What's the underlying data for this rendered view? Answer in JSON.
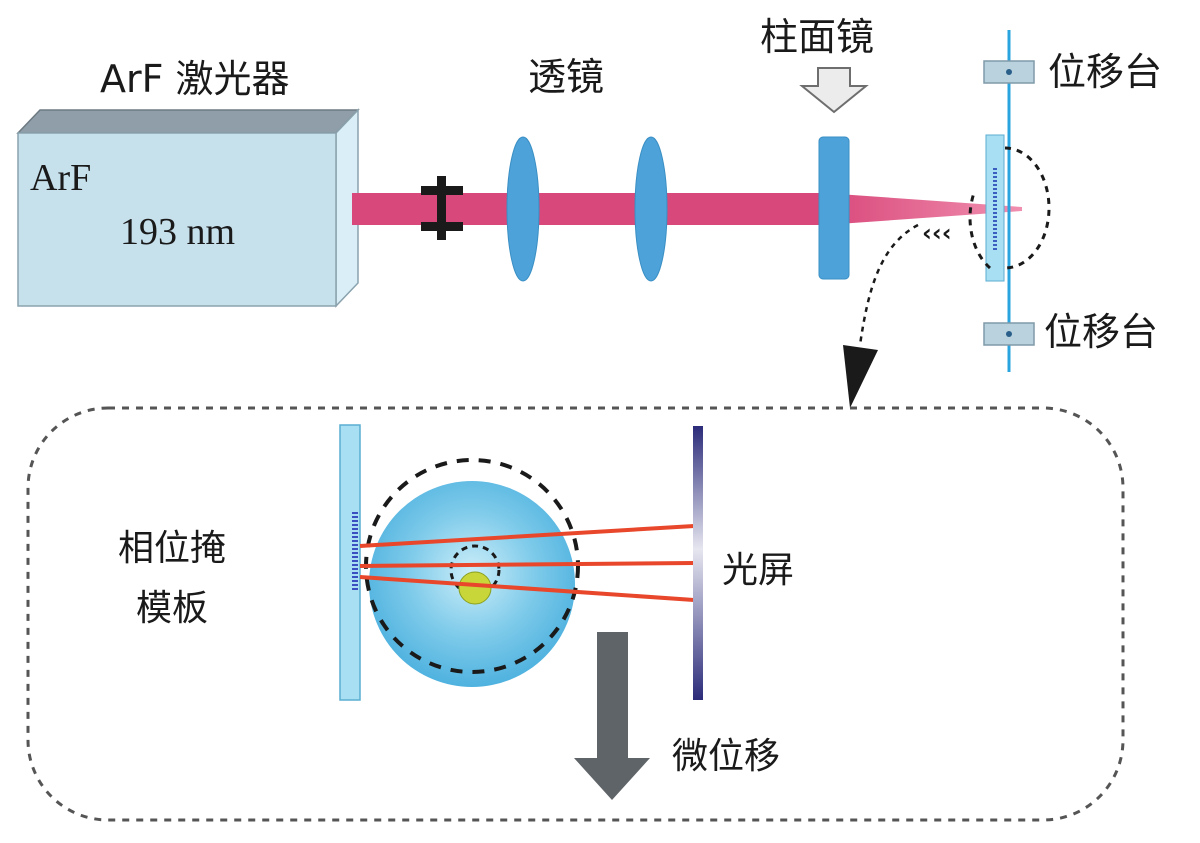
{
  "laser": {
    "title": "ArF 激光器",
    "box_line1": "ArF",
    "box_line2": "193 nm"
  },
  "optics": {
    "lens_label": "透镜",
    "cyl_mirror_label": "柱面镜"
  },
  "stage": {
    "top_label": "位移台",
    "bottom_label": "位移台"
  },
  "inset": {
    "mask_label_line1": "相位掩",
    "mask_label_line2": "模板",
    "screen_label": "光屏",
    "displacement_label": "微位移"
  },
  "colors": {
    "beam": "#d9487a",
    "lens": "#4da3d9",
    "laser_box_front": "#c6e0ec",
    "laser_box_top": "#8f9ea8",
    "laser_box_side": "#d9eef6",
    "stage_line": "#2aa4df",
    "sphere": "#5fbde6",
    "red_ray": "#e8472b",
    "screen": "#2b2b7a",
    "arrow": "#5f6468"
  }
}
